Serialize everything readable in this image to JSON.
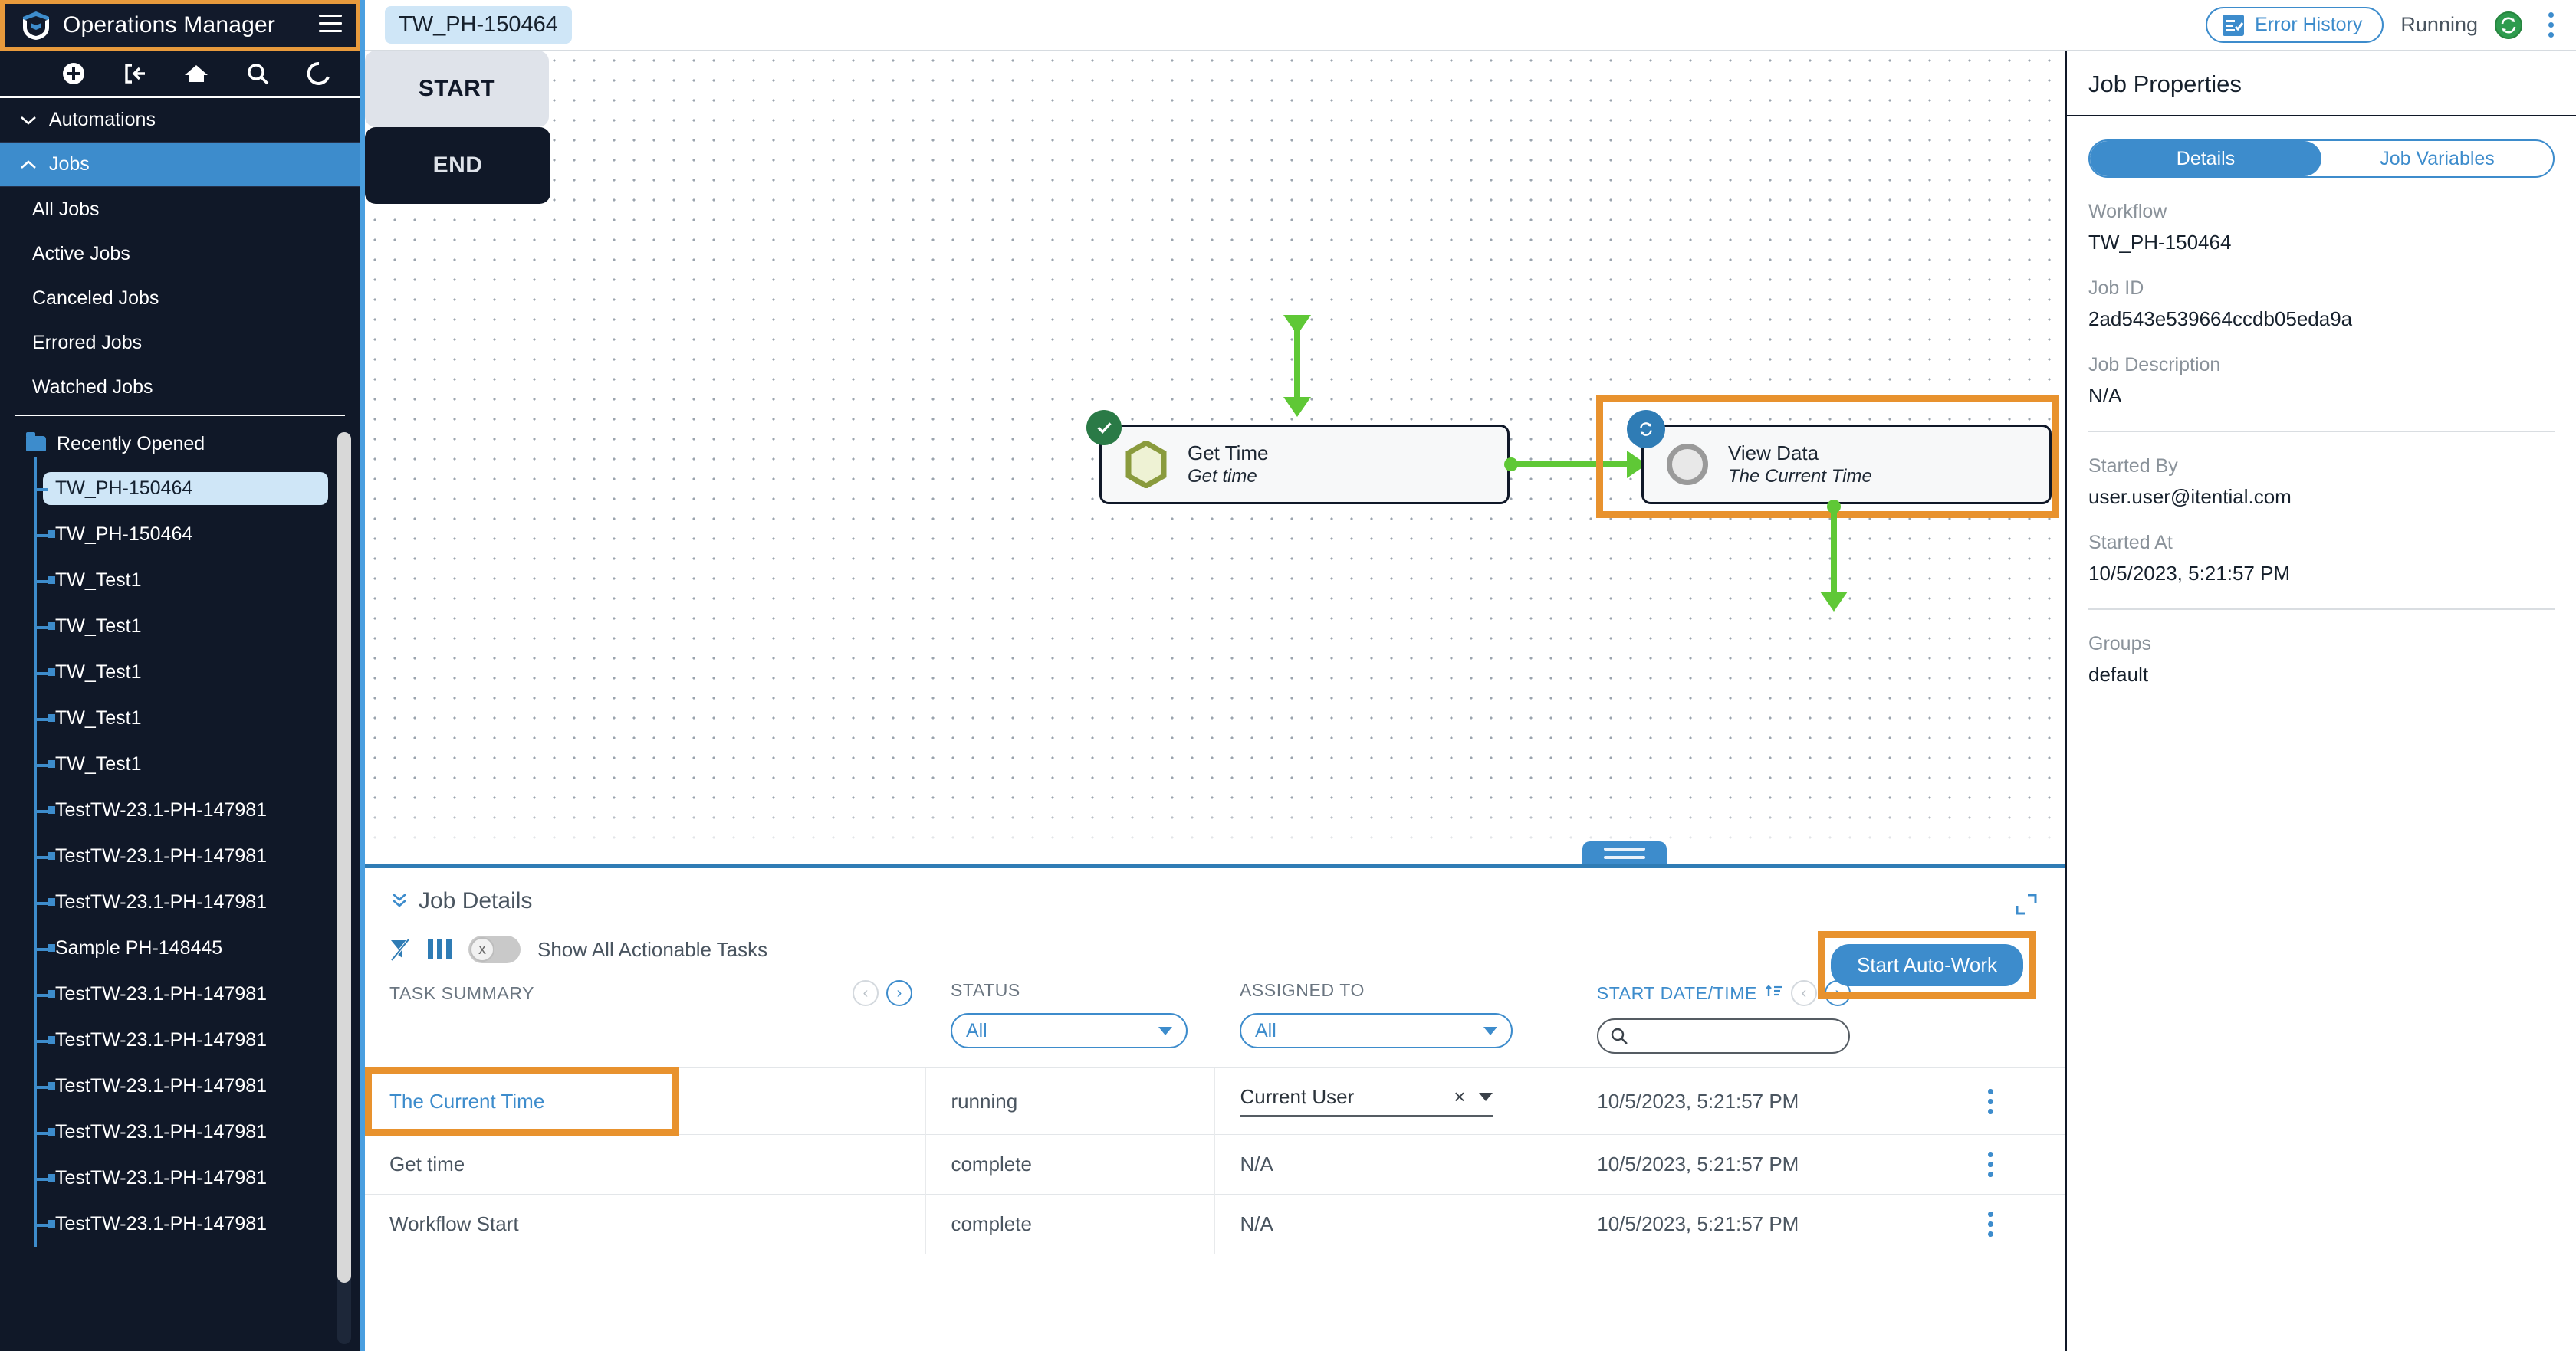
{
  "sidebar": {
    "brand": "Operations Manager",
    "brand_logo_icon": "itential-logo-icon",
    "menu_icon": "hamburger-menu-icon",
    "toolbar": [
      {
        "icon": "plus-circle-icon",
        "name": "add"
      },
      {
        "icon": "login-arrow-icon",
        "name": "sign-in"
      },
      {
        "icon": "home-icon",
        "name": "home"
      },
      {
        "icon": "search-icon",
        "name": "search"
      },
      {
        "icon": "refresh-circle-icon",
        "name": "refresh"
      }
    ],
    "sections": [
      {
        "label": "Automations",
        "expanded": true,
        "active": false
      },
      {
        "label": "Jobs",
        "expanded": true,
        "active": true
      }
    ],
    "items": [
      {
        "label": "All Jobs"
      },
      {
        "label": "Active Jobs"
      },
      {
        "label": "Canceled Jobs"
      },
      {
        "label": "Errored Jobs"
      },
      {
        "label": "Watched Jobs"
      }
    ],
    "recent": {
      "label": "Recently Opened",
      "folder_icon": "folder-icon",
      "items": [
        {
          "label": "TW_PH-150464",
          "selected": true
        },
        {
          "label": "TW_PH-150464",
          "selected": false
        },
        {
          "label": "TW_Test1",
          "selected": false
        },
        {
          "label": "TW_Test1",
          "selected": false
        },
        {
          "label": "TW_Test1",
          "selected": false
        },
        {
          "label": "TW_Test1",
          "selected": false
        },
        {
          "label": "TW_Test1",
          "selected": false
        },
        {
          "label": "TestTW-23.1-PH-147981",
          "selected": false
        },
        {
          "label": "TestTW-23.1-PH-147981",
          "selected": false
        },
        {
          "label": "TestTW-23.1-PH-147981",
          "selected": false
        },
        {
          "label": "Sample PH-148445",
          "selected": false
        },
        {
          "label": "TestTW-23.1-PH-147981",
          "selected": false
        },
        {
          "label": "TestTW-23.1-PH-147981",
          "selected": false
        },
        {
          "label": "TestTW-23.1-PH-147981",
          "selected": false
        },
        {
          "label": "TestTW-23.1-PH-147981",
          "selected": false
        },
        {
          "label": "TestTW-23.1-PH-147981",
          "selected": false
        },
        {
          "label": "TestTW-23.1-PH-147981",
          "selected": false
        }
      ]
    }
  },
  "topbar": {
    "tab_label": "TW_PH-150464",
    "error_history_label": "Error History",
    "error_history_icon": "error-list-icon",
    "status_label": "Running",
    "status_icon": "sync-running-icon",
    "overflow_icon": "kebab-menu-icon"
  },
  "canvas": {
    "start_label": "START",
    "end_label": "END",
    "drag_handle_icon": "drag-handle-icon",
    "nodes": [
      {
        "title": "Get Time",
        "subtitle": "Get time",
        "icon": "hexagon-task-icon",
        "badge": "check-complete-badge",
        "highlighted": false
      },
      {
        "title": "View Data",
        "subtitle": "The Current Time",
        "icon": "circle-manual-task-icon",
        "badge": "sync-running-badge",
        "highlighted": true
      }
    ]
  },
  "job_details": {
    "title": "Job Details",
    "collapse_icon": "chevron-double-down-icon",
    "expand_icon": "expand-corner-icon",
    "filter_icon": "filter-off-icon",
    "columns_icon": "columns-icon",
    "toggle_state": "off",
    "toggle_x_glyph": "x",
    "toggle_label": "Show All Actionable Tasks",
    "auto_work_label": "Start Auto-Work",
    "columns": [
      {
        "label": "TASK SUMMARY",
        "link": false,
        "paging": true,
        "sort": false
      },
      {
        "label": "STATUS",
        "link": false,
        "paging": false,
        "sort": false
      },
      {
        "label": "ASSIGNED TO",
        "link": false,
        "paging": false,
        "sort": false
      },
      {
        "label": "START DATE/TIME",
        "link": true,
        "paging": true,
        "sort": true
      }
    ],
    "filters": {
      "status_value": "All",
      "assigned_value": "All",
      "search_value": "",
      "search_placeholder": "",
      "search_icon": "search-icon"
    },
    "rows": [
      {
        "task": "The Current Time",
        "task_is_link": true,
        "highlighted": true,
        "status": "running",
        "assigned": "Current User",
        "assigned_is_select": true,
        "assigned_clear_glyph": "×",
        "start": "10/5/2023, 5:21:57 PM",
        "menu_icon": "kebab-menu-icon"
      },
      {
        "task": "Get time",
        "task_is_link": false,
        "highlighted": false,
        "status": "complete",
        "assigned": "N/A",
        "assigned_is_select": false,
        "start": "10/5/2023, 5:21:57 PM",
        "menu_icon": "kebab-menu-icon"
      },
      {
        "task": "Workflow Start",
        "task_is_link": false,
        "highlighted": false,
        "status": "complete",
        "assigned": "N/A",
        "assigned_is_select": false,
        "start": "10/5/2023, 5:21:57 PM",
        "menu_icon": "kebab-menu-icon"
      }
    ]
  },
  "job_properties": {
    "title": "Job Properties",
    "tabs": [
      {
        "label": "Details",
        "active": true
      },
      {
        "label": "Job Variables",
        "active": false
      }
    ],
    "fields": [
      {
        "label": "Workflow",
        "value": "TW_PH-150464"
      },
      {
        "label": "Job ID",
        "value": "2ad543e539664ccdb05eda9a"
      },
      {
        "label": "Job Description",
        "value": "N/A"
      },
      {
        "label": "Started By",
        "value": "user.user@itential.com"
      },
      {
        "label": "Started At",
        "value": "10/5/2023, 5:21:57 PM"
      },
      {
        "label": "Groups",
        "value": "default"
      }
    ]
  },
  "colors": {
    "accent_blue": "#3d8ccc",
    "highlight_orange": "#e8922e",
    "edge_green": "#5fc836",
    "dark_navy": "#101828",
    "running_green": "#2e9b4e"
  }
}
